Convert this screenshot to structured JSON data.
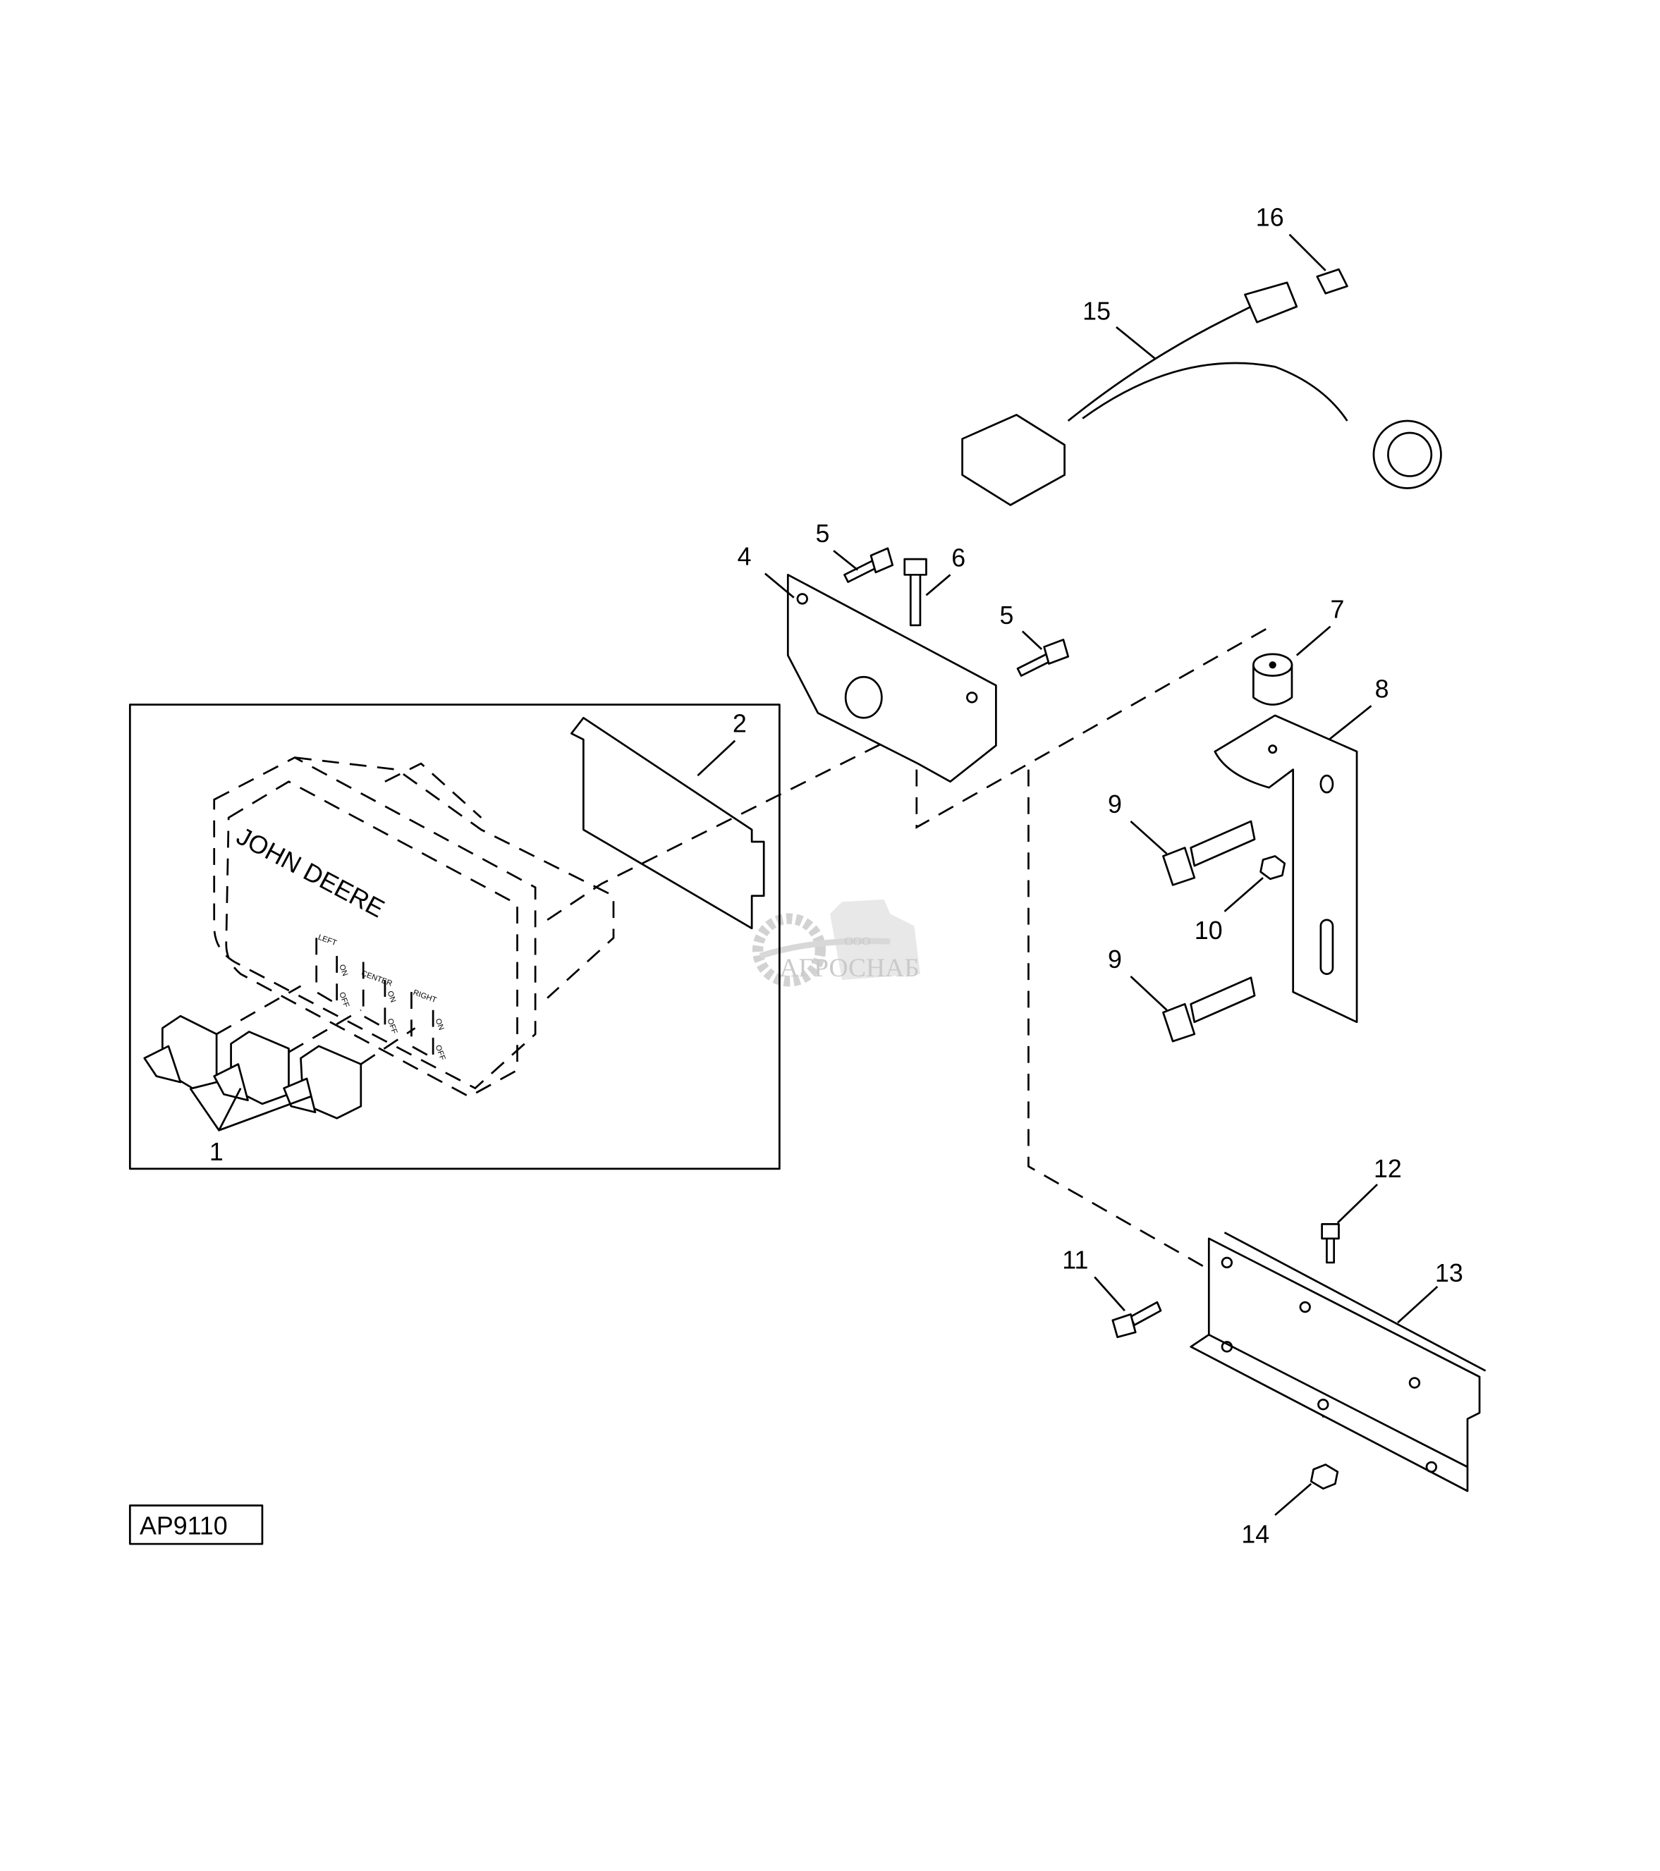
{
  "figure_id": "AP9110",
  "callouts": {
    "c1": "1",
    "c2": "2",
    "c4": "4",
    "c5a": "5",
    "c5b": "5",
    "c6": "6",
    "c7": "7",
    "c8": "8",
    "c9a": "9",
    "c9b": "9",
    "c10": "10",
    "c11": "11",
    "c12": "12",
    "c13": "13",
    "c14": "14",
    "c15": "15",
    "c16": "16"
  },
  "control_box": {
    "brand": "JOHN DEERE",
    "switches": [
      {
        "name": "LEFT",
        "on": "ON",
        "off": "OFF"
      },
      {
        "name": "CENTER",
        "on": "ON",
        "off": "OFF"
      },
      {
        "name": "RIGHT",
        "on": "ON",
        "off": "OFF"
      }
    ]
  },
  "watermark": {
    "prefix": "ООО",
    "name": "АГРОСНАБ"
  }
}
